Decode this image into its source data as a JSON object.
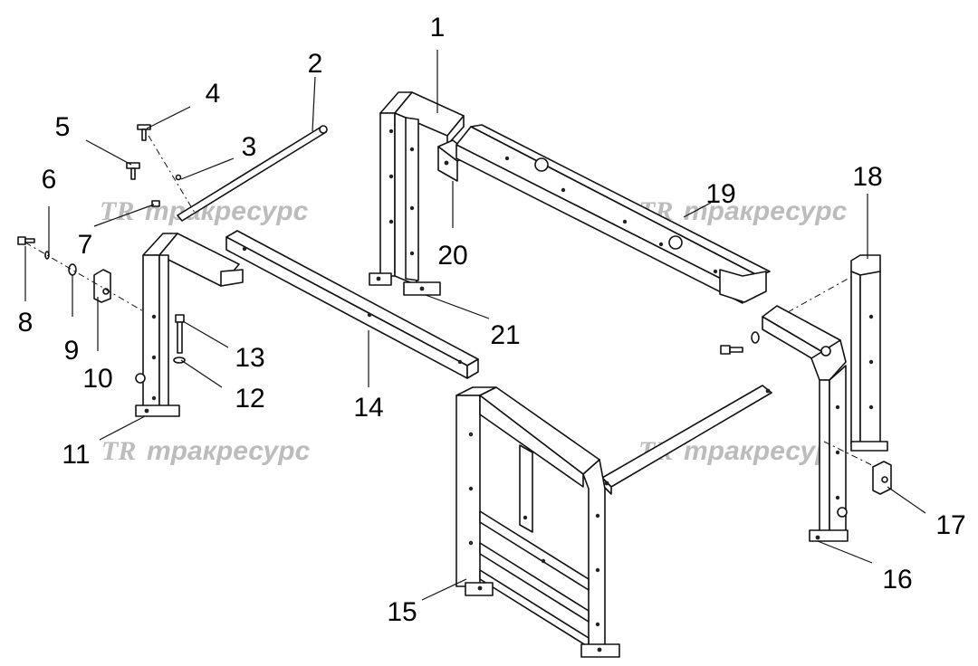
{
  "diagram": {
    "callouts": [
      {
        "id": "c1",
        "label": "1"
      },
      {
        "id": "c2",
        "label": "2"
      },
      {
        "id": "c3",
        "label": "3"
      },
      {
        "id": "c4",
        "label": "4"
      },
      {
        "id": "c5",
        "label": "5"
      },
      {
        "id": "c6",
        "label": "6"
      },
      {
        "id": "c7",
        "label": "7"
      },
      {
        "id": "c8",
        "label": "8"
      },
      {
        "id": "c9",
        "label": "9"
      },
      {
        "id": "c10",
        "label": "10"
      },
      {
        "id": "c11",
        "label": "11"
      },
      {
        "id": "c12",
        "label": "12"
      },
      {
        "id": "c13",
        "label": "13"
      },
      {
        "id": "c14",
        "label": "14"
      },
      {
        "id": "c15",
        "label": "15"
      },
      {
        "id": "c16",
        "label": "16"
      },
      {
        "id": "c17",
        "label": "17"
      },
      {
        "id": "c18",
        "label": "18"
      },
      {
        "id": "c19",
        "label": "19"
      },
      {
        "id": "c20",
        "label": "20"
      },
      {
        "id": "c21",
        "label": "21"
      }
    ],
    "watermark": {
      "logo": "TR",
      "text": "тракресурс"
    },
    "colors": {
      "line": "#111111",
      "watermark": "#bcbcbc",
      "background": "#ffffff"
    }
  }
}
